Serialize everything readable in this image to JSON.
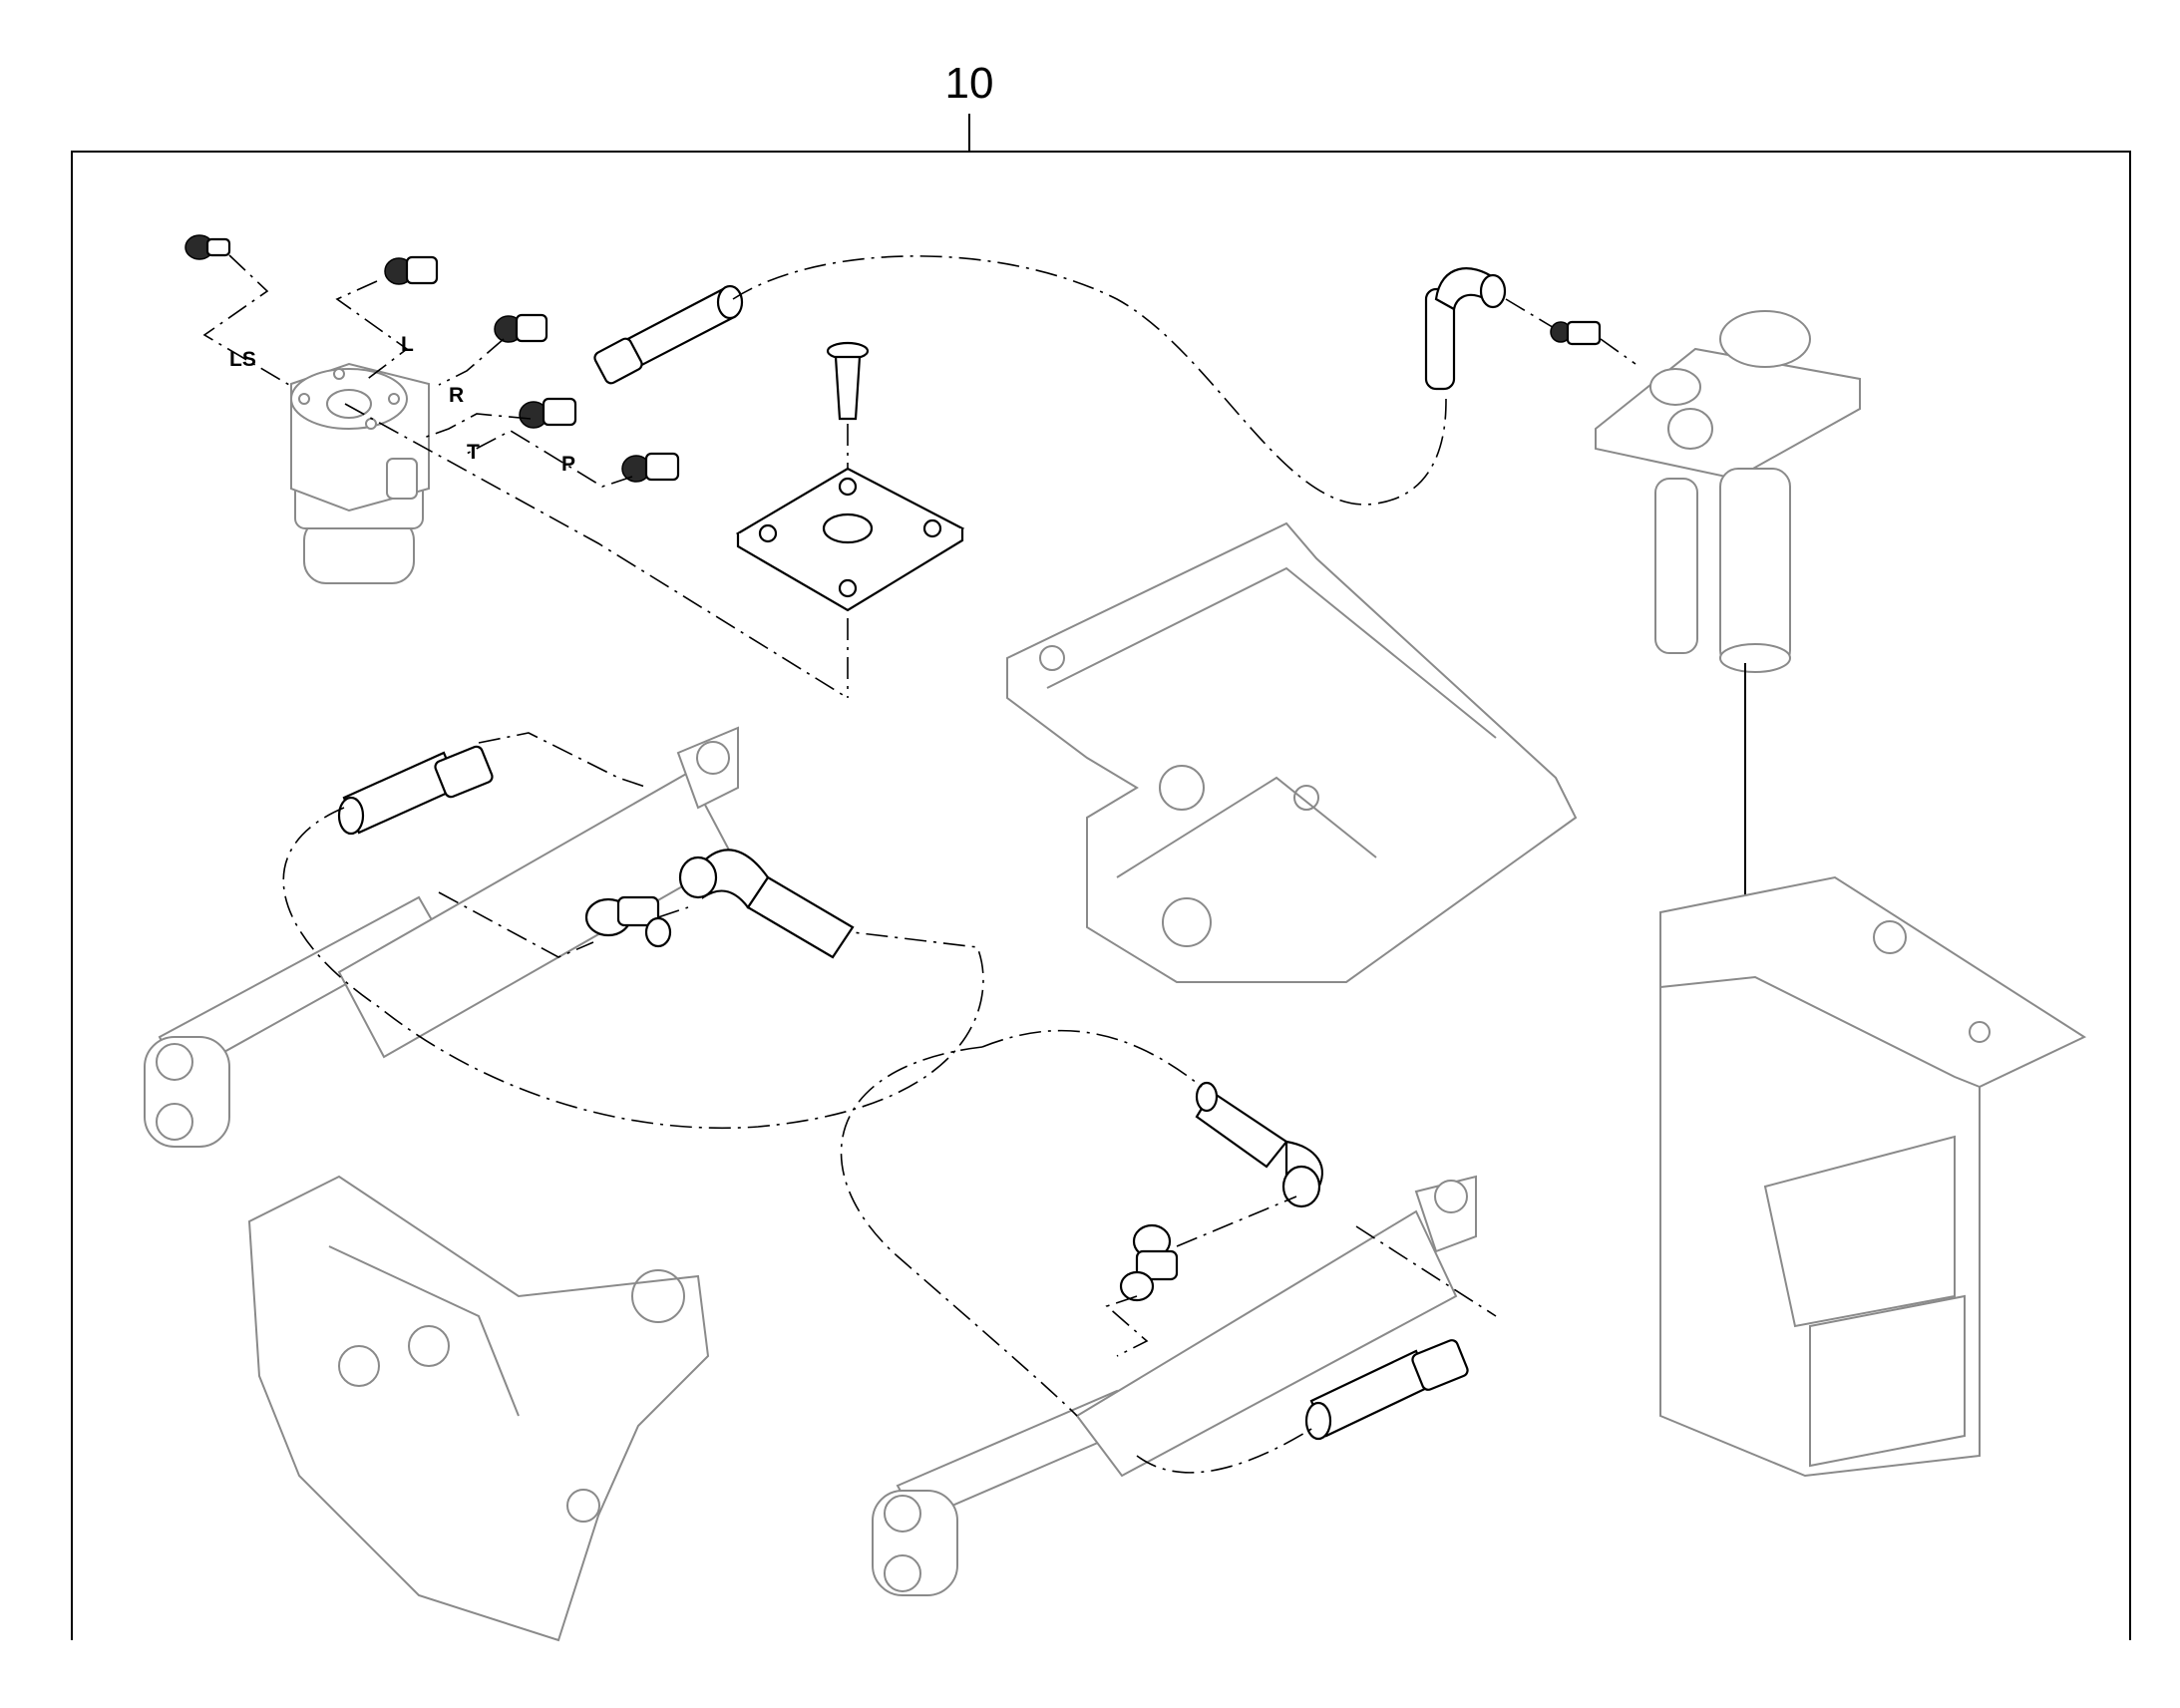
{
  "callout": {
    "number": "10"
  },
  "port_labels": {
    "ls": "LS",
    "l": "L",
    "r": "R",
    "t": "T",
    "p": "P"
  }
}
